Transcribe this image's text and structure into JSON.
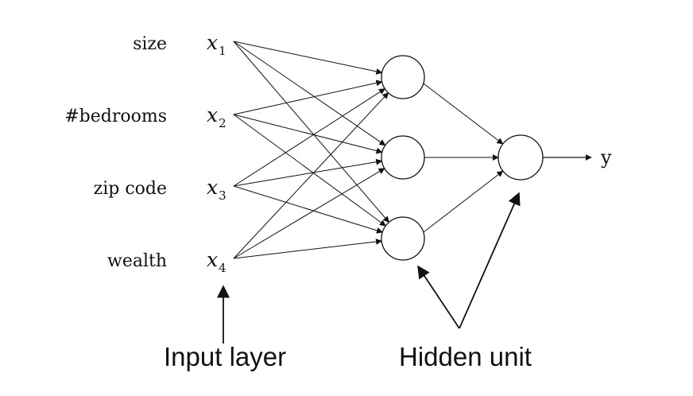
{
  "inputs": [
    {
      "feature": "size",
      "var": "x",
      "sub": "1"
    },
    {
      "feature": "#bedrooms",
      "var": "x",
      "sub": "2"
    },
    {
      "feature": "zip code",
      "var": "x",
      "sub": "3"
    },
    {
      "feature": "wealth",
      "var": "x",
      "sub": "4"
    }
  ],
  "output": {
    "label": "y"
  },
  "captions": {
    "input_layer": "Input layer",
    "hidden_unit": "Hidden unit"
  },
  "colors": {
    "stroke": "#111111",
    "background": "#ffffff"
  }
}
